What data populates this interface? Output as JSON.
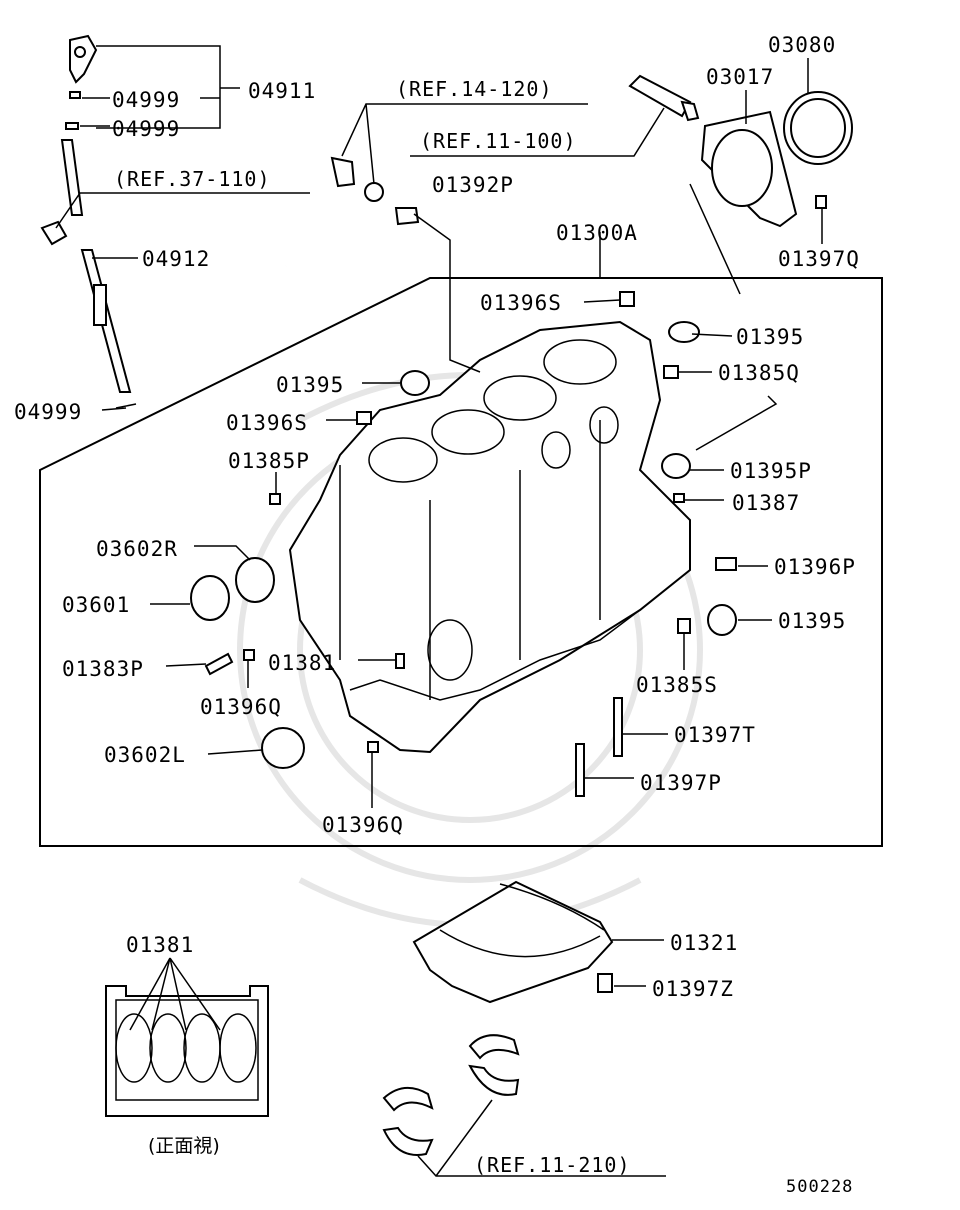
{
  "diagram": {
    "labels": {
      "p04911": "04911",
      "p04999_a": "04999",
      "p04999_b": "04999",
      "p04912": "04912",
      "p04999_c": "04999",
      "ref14": "(REF.14-120)",
      "ref37": "(REF.37-110)",
      "ref11_100": "(REF.11-100)",
      "p01392P": "01392P",
      "p03017": "03017",
      "p03080": "03080",
      "p01397Q": "01397Q",
      "p01300A": "01300A",
      "p01396S_a": "01396S",
      "p01395_a": "01395",
      "p01395_b": "01395",
      "p01385Q": "01385Q",
      "p01396S_b": "01396S",
      "p01385P": "01385P",
      "p01395P": "01395P",
      "p01387": "01387",
      "p03602R": "03602R",
      "p03601": "03601",
      "p01396P": "01396P",
      "p01395_c": "01395",
      "p01383P": "01383P",
      "p01381_a": "01381",
      "p01396Q_a": "01396Q",
      "p01385S": "01385S",
      "p01397T": "01397T",
      "p03602L": "03602L",
      "p01397P": "01397P",
      "p01396Q_b": "01396Q",
      "p01381_b": "01381",
      "p01321": "01321",
      "p01397Z": "01397Z",
      "front_view": "(正面視)",
      "ref11_210": "(REF.11-210)",
      "code": "500228"
    }
  }
}
